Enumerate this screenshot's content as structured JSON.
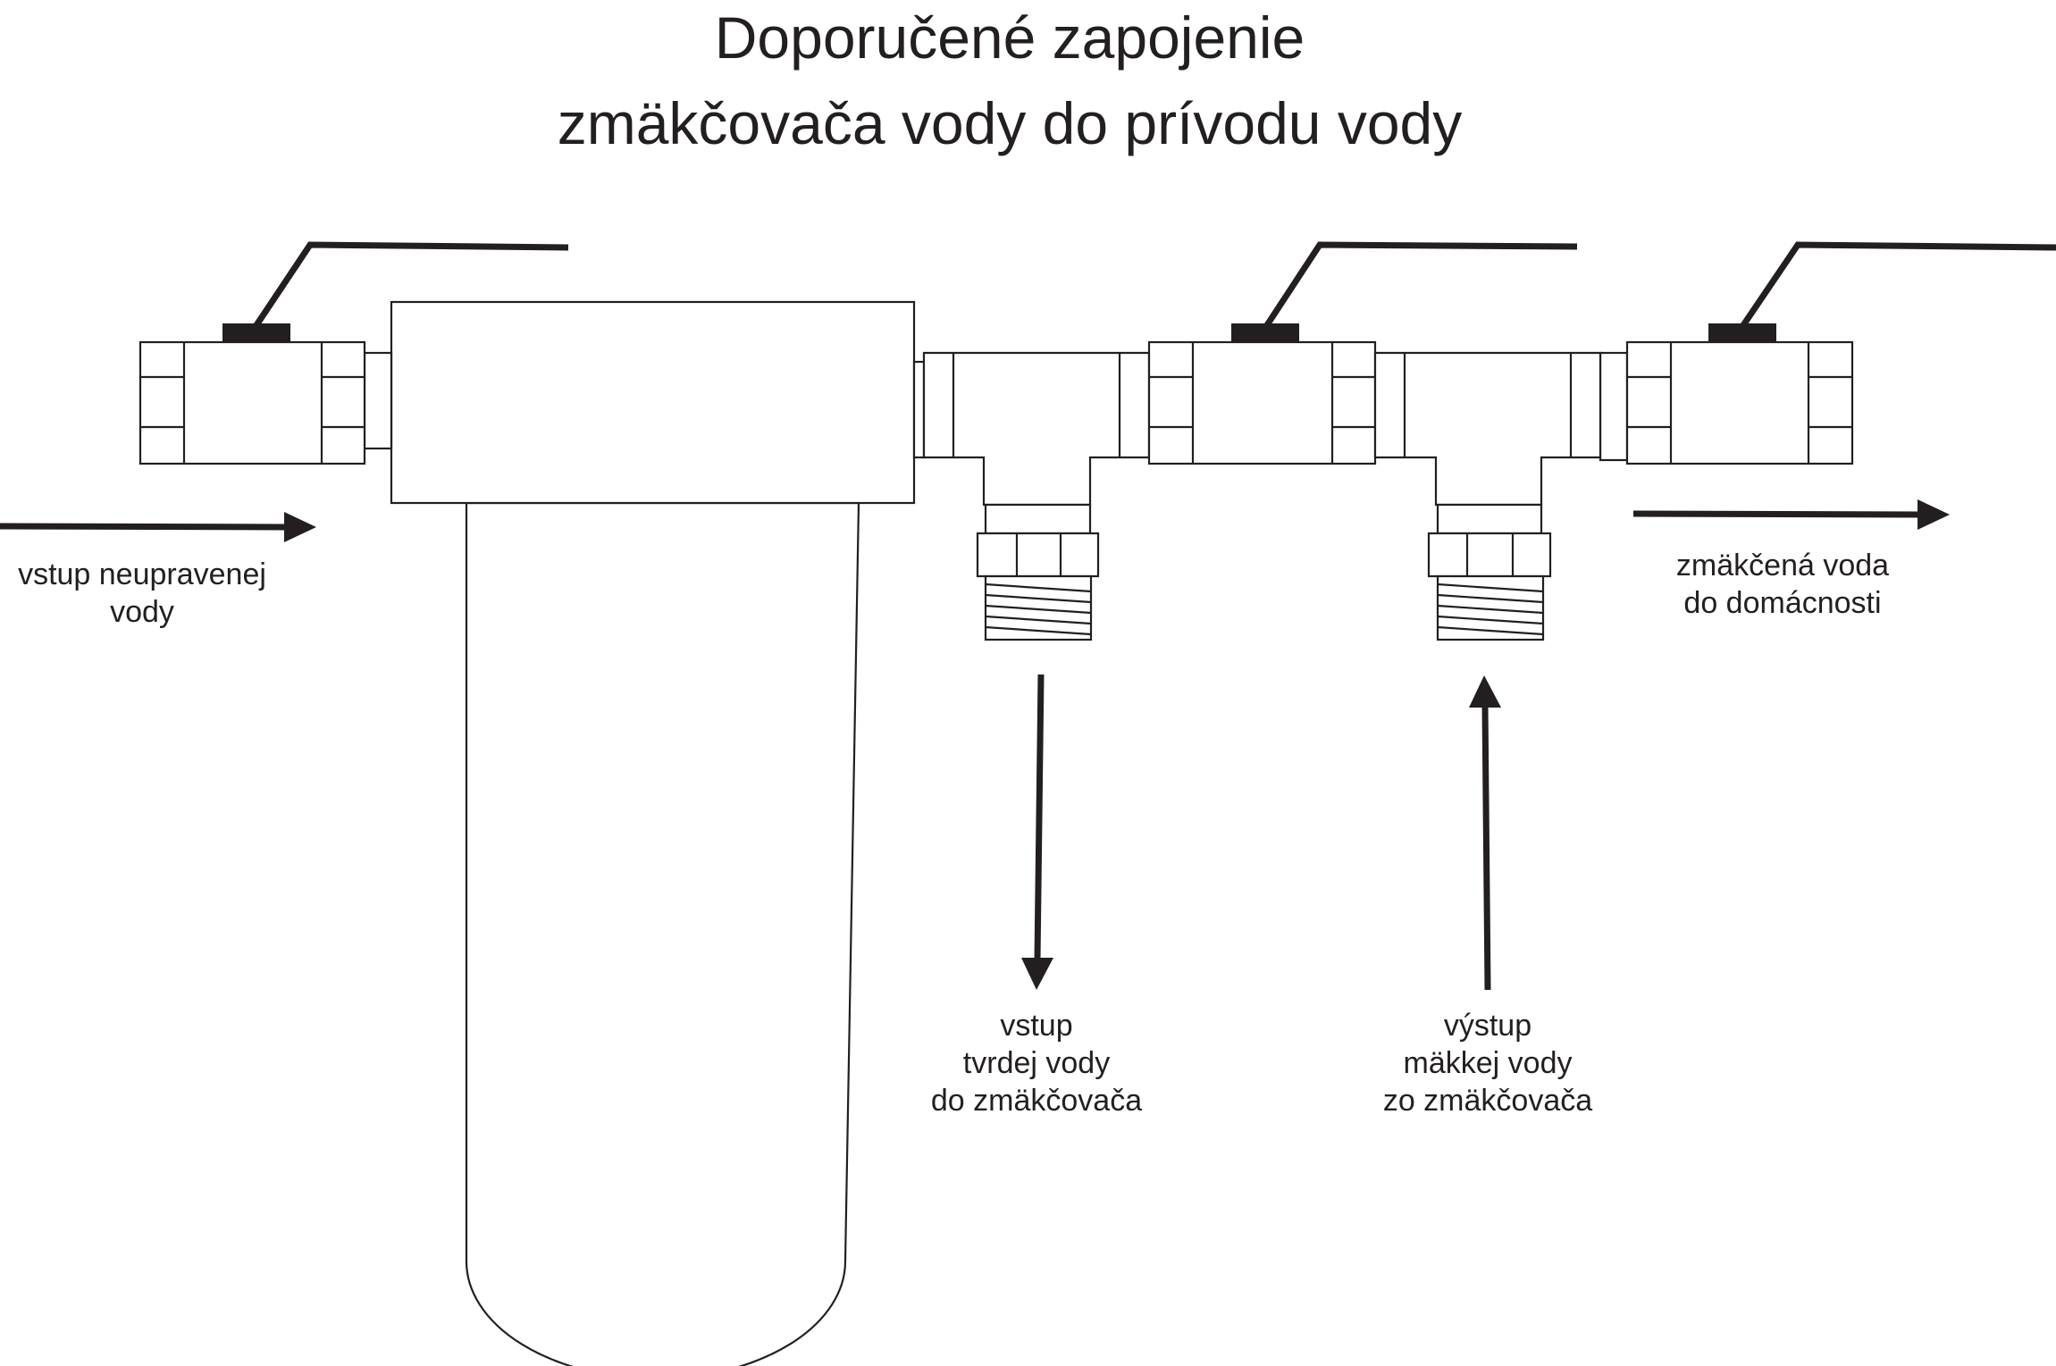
{
  "title": {
    "line1": "Doporučené zapojenie",
    "line2": "zmäkčovača vody do prívodu vody"
  },
  "labels": {
    "raw_inlet": {
      "line1": "vstup neupravenej",
      "line2": "vody"
    },
    "softened_out": {
      "line1": "zmäkčená voda",
      "line2": "do domácnosti"
    },
    "hard_in": {
      "line1": "vstup",
      "line2": "tvrdej vody",
      "line3": "do zmäkčovača"
    },
    "soft_out": {
      "line1": "výstup",
      "line2": "mäkkej vody",
      "line3": "zo zmäkčovača"
    }
  },
  "colors": {
    "ink": "#231f20",
    "background": "#ffffff"
  }
}
